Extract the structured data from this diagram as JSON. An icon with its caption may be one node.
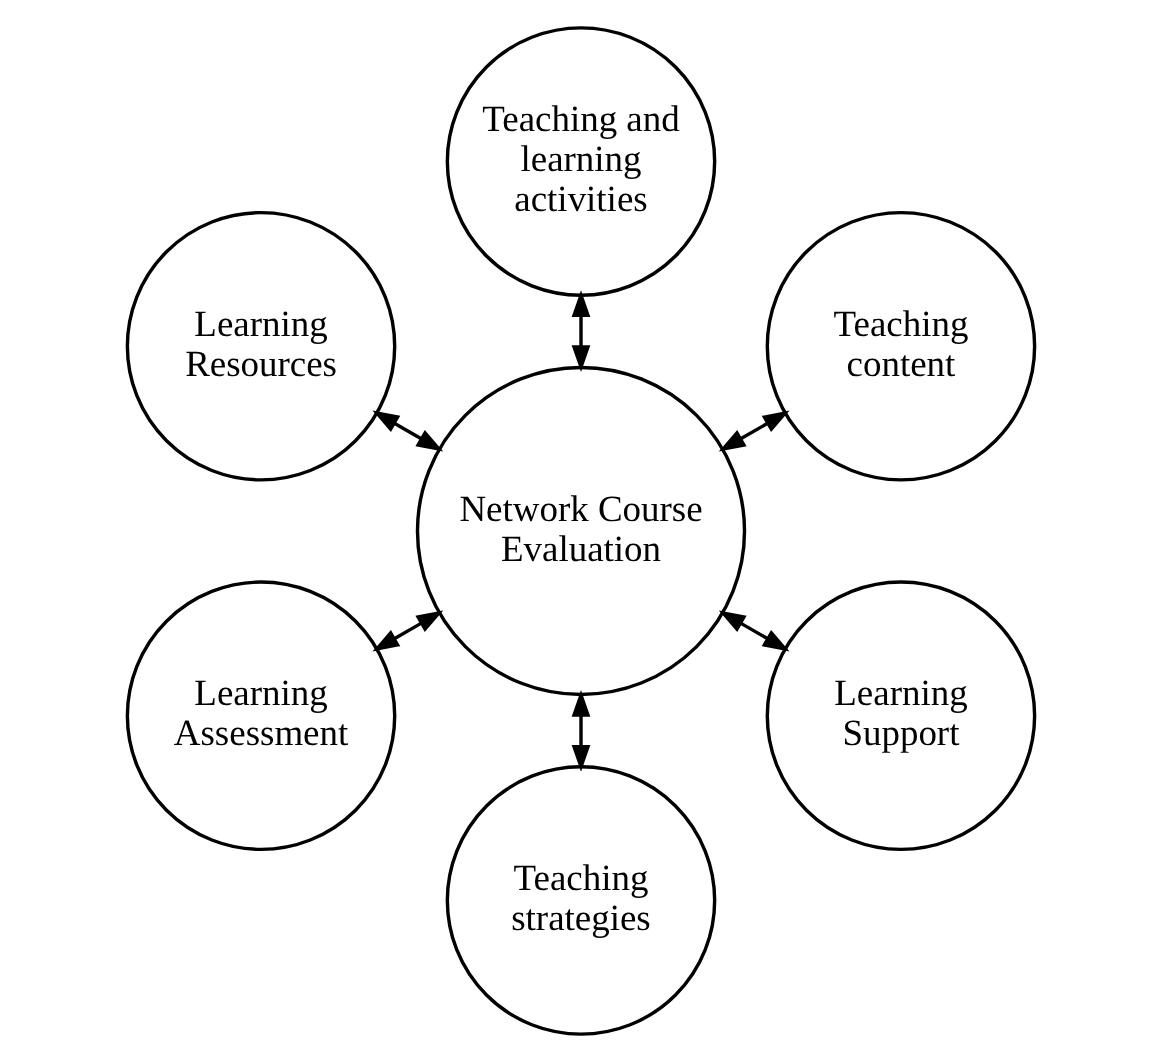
{
  "diagram": {
    "nodes": [
      {
        "text": [
          "Teaching content"
        ]
      },
      {
        "text": [
          "Teaching and learning activities"
        ]
      },
      {
        "text": [
          "Learning Resources"
        ]
      },
      {
        "text": [
          "Network Course Evaluation"
        ]
      },
      {
        "text": [
          "Learning Assessment"
        ]
      },
      {
        "text": [
          "Teaching strategies"
        ]
      },
      {
        "text": [
          "Learning Support"
        ]
      }
    ],
    "edges": [
      {
        "from": 3,
        "to": 0,
        "arrow": "both"
      },
      {
        "from": 3,
        "to": 2,
        "arrow": "both"
      },
      {
        "from": 3,
        "to": 5,
        "arrow": "both"
      },
      {
        "from": 3,
        "to": 6,
        "arrow": "both"
      },
      {
        "from": 3,
        "to": 4,
        "arrow": "both"
      },
      {
        "from": 3,
        "to": 1,
        "arrow": "both"
      }
    ]
  }
}
